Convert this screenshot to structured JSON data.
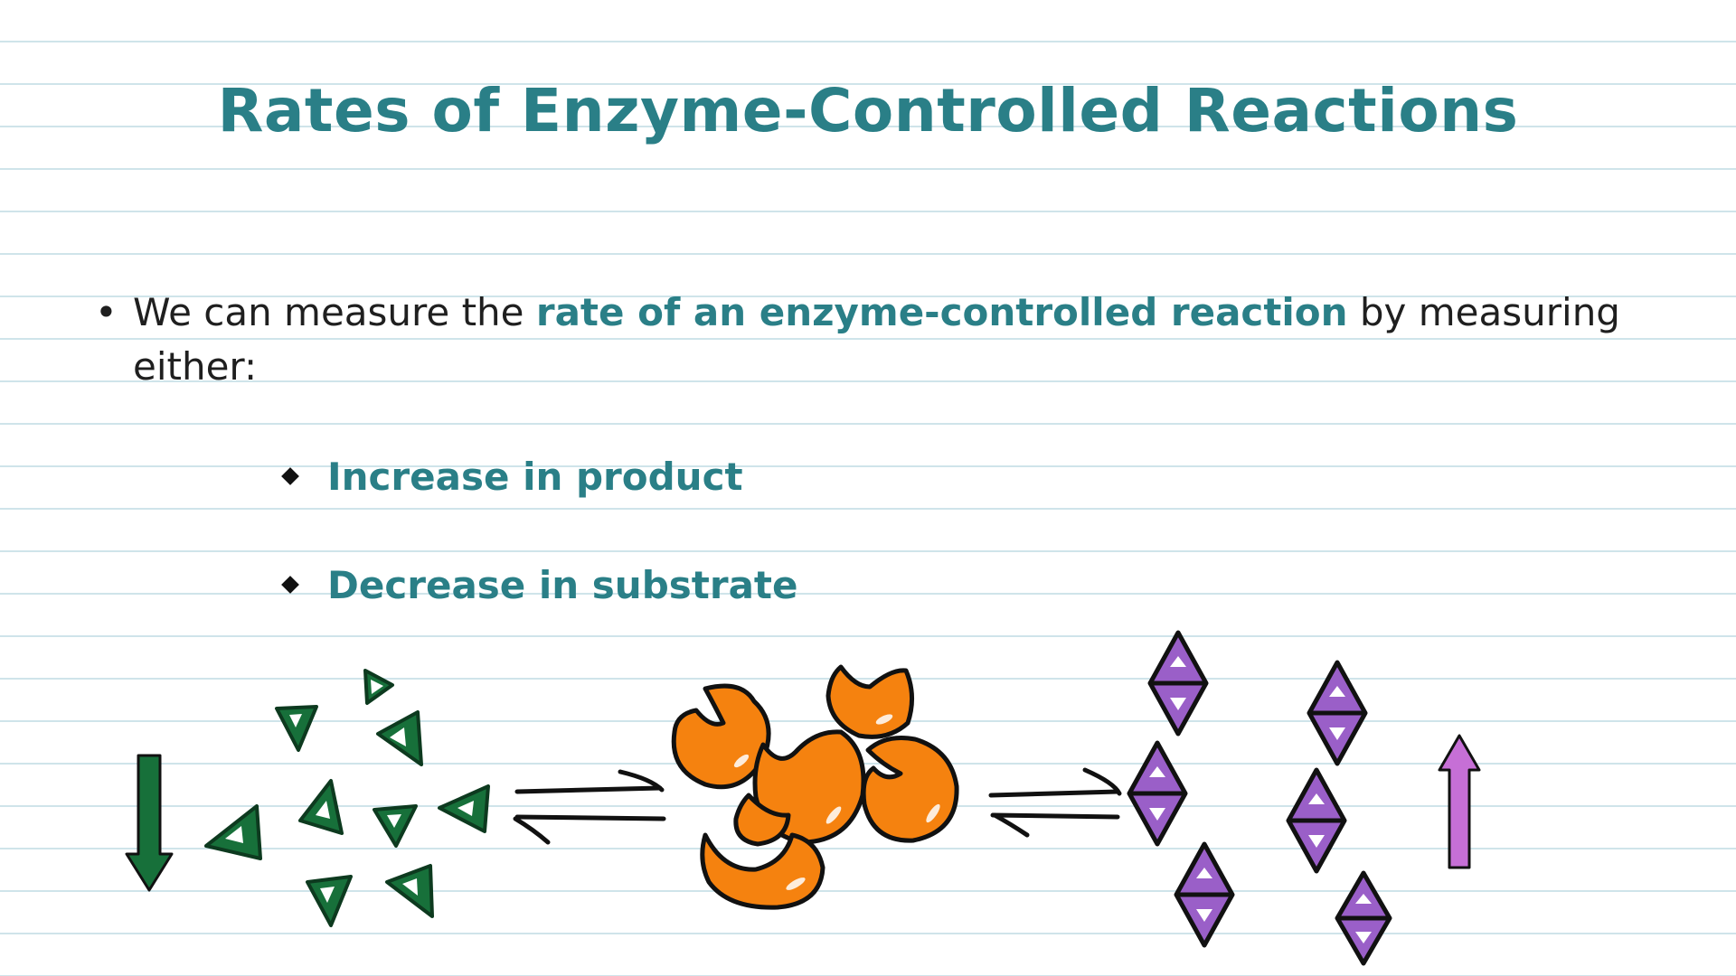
{
  "slide": {
    "title": "Rates of Enzyme-Controlled Reactions",
    "bullet": {
      "before": "We can measure the ",
      "highlight": "rate of an enzyme-controlled reaction",
      "after": " by measuring either:"
    },
    "sub_points": [
      "Increase in product",
      "Decrease in substrate"
    ]
  },
  "colors": {
    "accent": "#2a7f87",
    "substrate": "#17703a",
    "enzyme": "#f5820f",
    "product": "#9a5fc8",
    "product_arrow": "#c66fd6"
  },
  "icons": {
    "substrate_arrow": "down-arrow-icon",
    "product_arrow": "up-arrow-icon",
    "equilibrium": "equilibrium-arrows-icon"
  }
}
